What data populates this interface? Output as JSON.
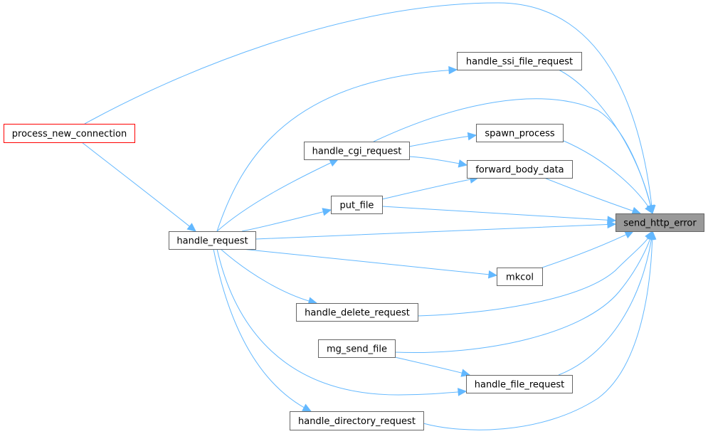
{
  "graph": {
    "nodes": [
      {
        "id": "send_http_error",
        "label": "send_http_error",
        "style": "focus"
      },
      {
        "id": "process_new_connection",
        "label": "process_new_connection",
        "style": "root"
      },
      {
        "id": "handle_ssi_file_request",
        "label": "handle_ssi_file_request",
        "style": "normal"
      },
      {
        "id": "spawn_process",
        "label": "spawn_process",
        "style": "normal"
      },
      {
        "id": "forward_body_data",
        "label": "forward_body_data",
        "style": "normal"
      },
      {
        "id": "handle_cgi_request",
        "label": "handle_cgi_request",
        "style": "normal"
      },
      {
        "id": "put_file",
        "label": "put_file",
        "style": "normal"
      },
      {
        "id": "handle_request",
        "label": "handle_request",
        "style": "normal"
      },
      {
        "id": "mkcol",
        "label": "mkcol",
        "style": "normal"
      },
      {
        "id": "handle_delete_request",
        "label": "handle_delete_request",
        "style": "normal"
      },
      {
        "id": "mg_send_file",
        "label": "mg_send_file",
        "style": "normal"
      },
      {
        "id": "handle_file_request",
        "label": "handle_file_request",
        "style": "normal"
      },
      {
        "id": "handle_directory_request",
        "label": "handle_directory_request",
        "style": "normal"
      }
    ],
    "edges": [
      {
        "from": "process_new_connection",
        "to": "send_http_error"
      },
      {
        "from": "process_new_connection",
        "to": "handle_request"
      },
      {
        "from": "handle_ssi_file_request",
        "to": "send_http_error"
      },
      {
        "from": "handle_request",
        "to": "handle_ssi_file_request"
      },
      {
        "from": "handle_cgi_request",
        "to": "send_http_error"
      },
      {
        "from": "handle_cgi_request",
        "to": "spawn_process"
      },
      {
        "from": "handle_cgi_request",
        "to": "forward_body_data"
      },
      {
        "from": "handle_request",
        "to": "handle_cgi_request"
      },
      {
        "from": "spawn_process",
        "to": "send_http_error"
      },
      {
        "from": "forward_body_data",
        "to": "send_http_error"
      },
      {
        "from": "put_file",
        "to": "forward_body_data"
      },
      {
        "from": "put_file",
        "to": "send_http_error"
      },
      {
        "from": "handle_request",
        "to": "put_file"
      },
      {
        "from": "handle_request",
        "to": "send_http_error"
      },
      {
        "from": "handle_request",
        "to": "mkcol"
      },
      {
        "from": "mkcol",
        "to": "send_http_error"
      },
      {
        "from": "handle_request",
        "to": "handle_delete_request"
      },
      {
        "from": "handle_delete_request",
        "to": "send_http_error"
      },
      {
        "from": "mg_send_file",
        "to": "send_http_error"
      },
      {
        "from": "mg_send_file",
        "to": "handle_file_request"
      },
      {
        "from": "handle_file_request",
        "to": "send_http_error"
      },
      {
        "from": "handle_request",
        "to": "handle_file_request"
      },
      {
        "from": "handle_request",
        "to": "handle_directory_request"
      },
      {
        "from": "handle_directory_request",
        "to": "send_http_error"
      }
    ]
  },
  "colors": {
    "edge": "#63b8ff",
    "node_border": "#666666",
    "root_border": "#ff0000",
    "focus_fill": "#999999",
    "focus_border": "#666666",
    "node_fill": "#ffffff",
    "text": "#000000"
  }
}
